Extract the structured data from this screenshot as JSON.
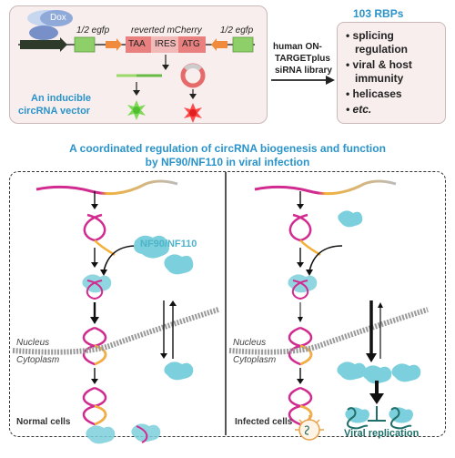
{
  "vector": {
    "dox": "Dox",
    "egfp_left": "1/2 egfp",
    "egfp_right": "1/2 egfp",
    "reverted": "reverted mCherry",
    "taa": "TAA",
    "ires": "IRES",
    "atg": "ATG",
    "caption_line1": "An inducible",
    "caption_line2": "circRNA vector"
  },
  "library": {
    "line1": "human ON-",
    "line2": "TARGETplus",
    "line3": "siRNA library"
  },
  "rbps": {
    "title": "103 RBPs",
    "items": [
      "splicing",
      "regulation",
      "viral & host",
      "immunity",
      "helicases",
      "etc."
    ]
  },
  "headline": {
    "line1": "A coordinated regulation of circRNA biogenesis and function",
    "line2": "by NF90/NF110 in viral infection"
  },
  "left_panel": {
    "protein_label": "NF90/NF110",
    "nucleus": "Nucleus",
    "cytoplasm": "Cytoplasm",
    "caption": "Normal cells"
  },
  "right_panel": {
    "nucleus": "Nucleus",
    "cytoplasm": "Cytoplasm",
    "viral_replication": "Viral replication",
    "caption": "Infected cells"
  },
  "colors": {
    "accent_blue": "#2a93c9",
    "protein": "#7ccfdc",
    "pink_box": "#f9eeee",
    "green_exon": "#8fcf6a",
    "orange": "#f08a3c",
    "mcherry_red": "#e66a6a",
    "viral_green": "#1f6f6a"
  }
}
